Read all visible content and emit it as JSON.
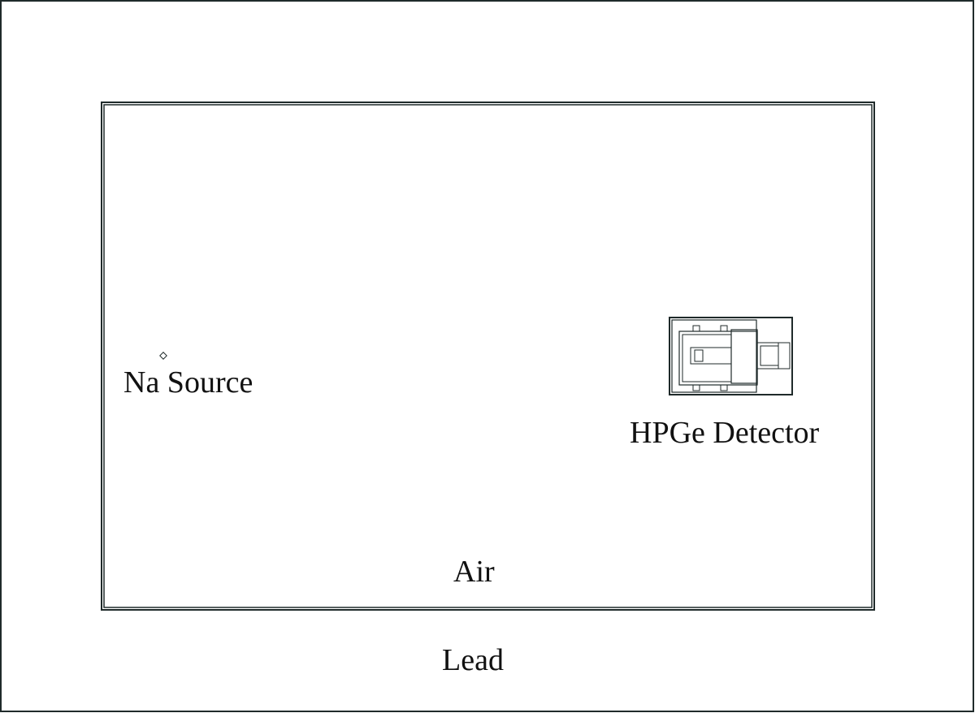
{
  "labels": {
    "source": "Na Source",
    "detector": "HPGe Detector",
    "inner_medium": "Air",
    "outer_medium": "Lead"
  },
  "colors": {
    "line": "#1f2a2a",
    "text": "#111111",
    "background": "#ffffff"
  }
}
